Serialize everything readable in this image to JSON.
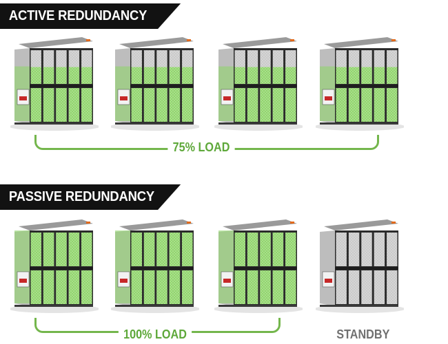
{
  "active": {
    "title": "ACTIVE REDUNDANCY",
    "load_label": "75% LOAD",
    "units": [
      {
        "state": "partial",
        "load_fraction": 0.75
      },
      {
        "state": "partial",
        "load_fraction": 0.75
      },
      {
        "state": "partial",
        "load_fraction": 0.75
      },
      {
        "state": "partial",
        "load_fraction": 0.75
      }
    ]
  },
  "passive": {
    "title": "PASSIVE REDUNDANCY",
    "load_label": "100% LOAD",
    "standby_label": "STANDBY",
    "units": [
      {
        "state": "full",
        "load_fraction": 1.0
      },
      {
        "state": "full",
        "load_fraction": 1.0
      },
      {
        "state": "full",
        "load_fraction": 1.0
      },
      {
        "state": "standby",
        "load_fraction": 0.0
      }
    ]
  },
  "colors": {
    "banner_bg": "#121212",
    "banner_text": "#ffffff",
    "load_green": "#5ea83a",
    "bracket_green": "#74b64c",
    "standby_gray": "#707070",
    "fill_green": "#8fd46a",
    "frame_gray": "#3a3a3a"
  }
}
